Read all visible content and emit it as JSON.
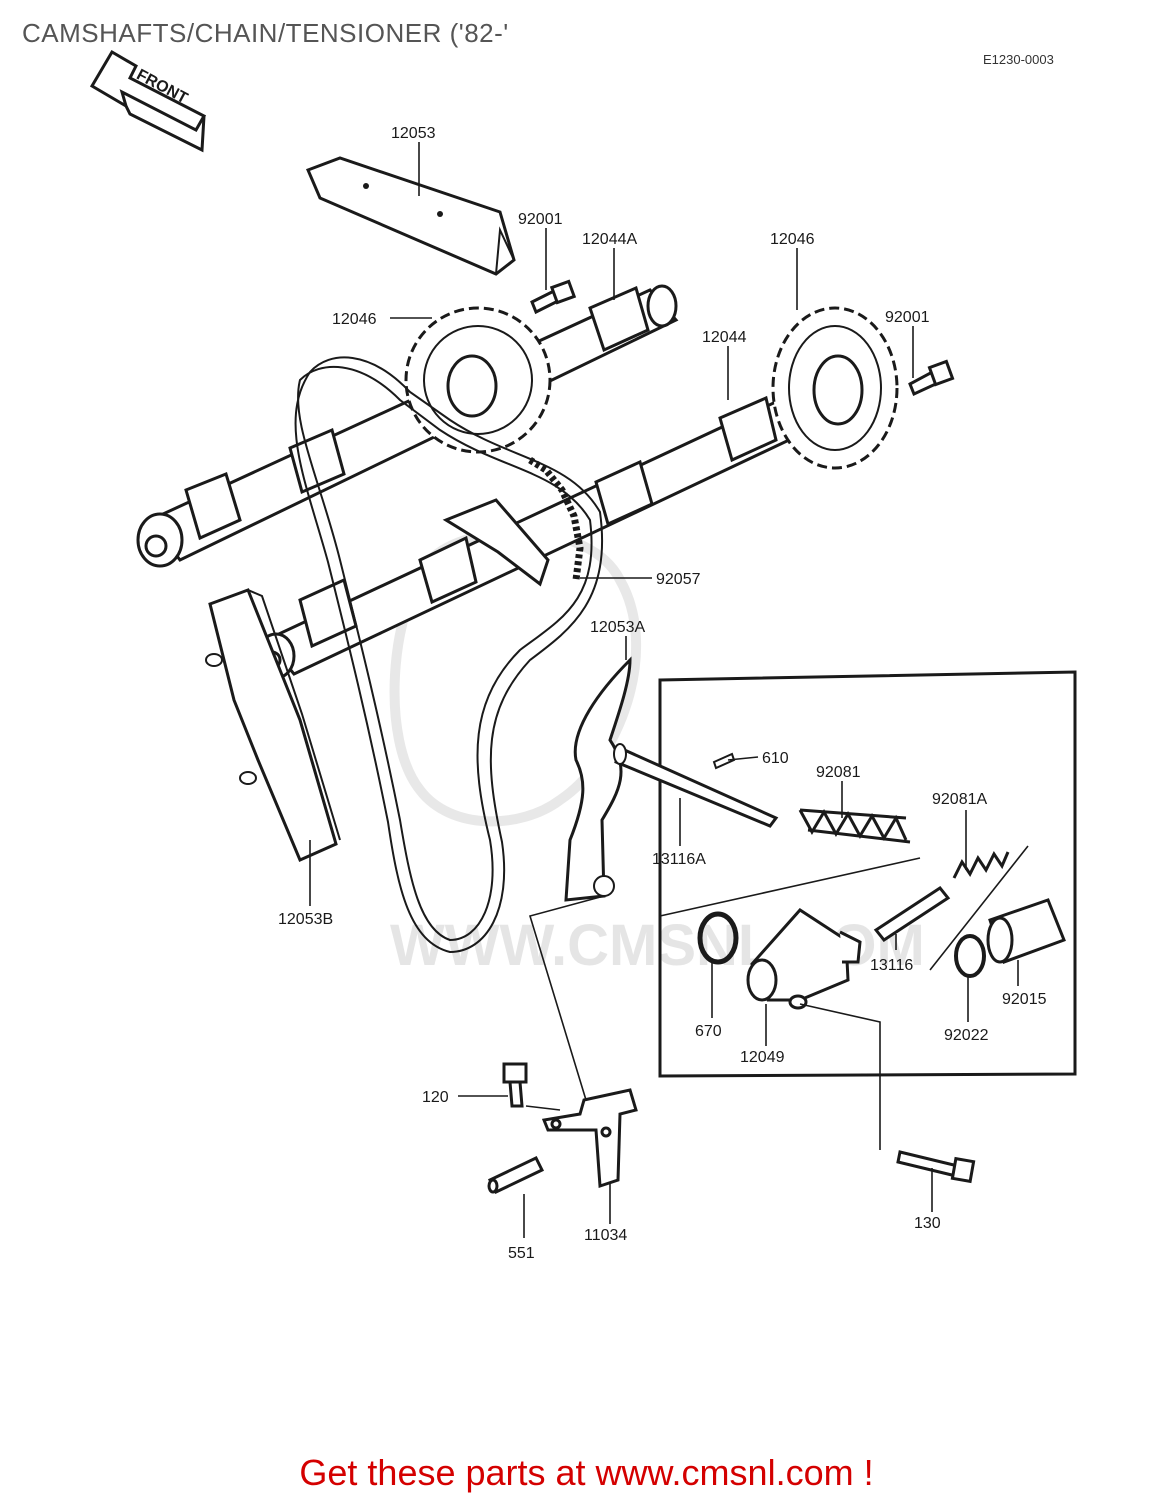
{
  "title": "CAMSHAFTS/CHAIN/TENSIONER ('82-'",
  "diagram_code": "E1230-0003",
  "front_label": "FRONT",
  "watermark": "WWW.CMSNL.COM",
  "parts": {
    "p12053": "12053",
    "p92001_a": "92001",
    "p12044A": "12044A",
    "p12046_b": "12046",
    "p12046_a": "12046",
    "p92001_b": "92001",
    "p12044": "12044",
    "p92057": "92057",
    "p12053A": "12053A",
    "p610": "610",
    "p92081": "92081",
    "p92081A": "92081A",
    "p13116A": "13116A",
    "p12053B": "12053B",
    "p13116": "13116",
    "p670": "670",
    "p12049": "12049",
    "p92022": "92022",
    "p92015": "92015",
    "p120": "120",
    "p551": "551",
    "p11034": "11034",
    "p130": "130"
  },
  "footer": {
    "text": "Get these parts at www.cmsnl.com !"
  },
  "colors": {
    "footer": "#d40000",
    "title": "#555555",
    "line_art": "#1a1a1a",
    "watermark": "#e3e3e3"
  }
}
